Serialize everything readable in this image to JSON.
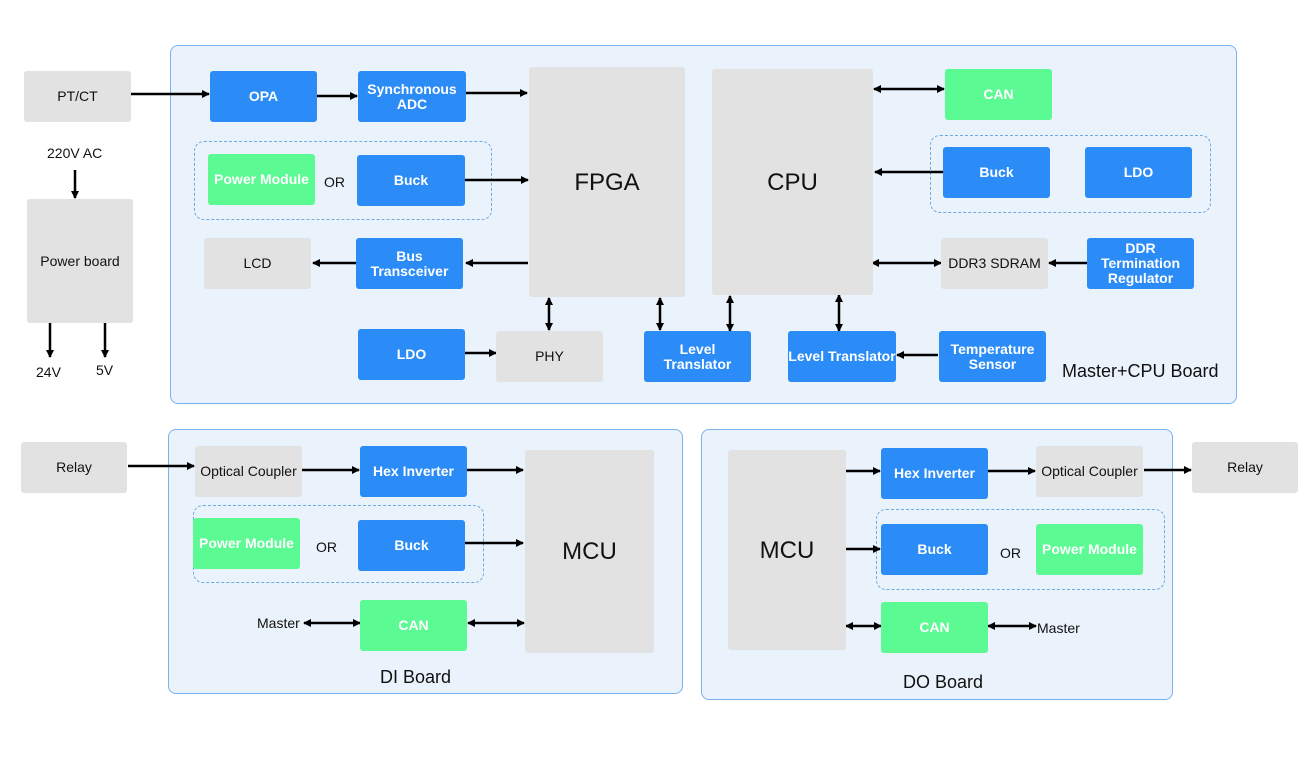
{
  "external": {
    "ptct": "PT/CT",
    "ac_label": "220V AC",
    "power_board": "Power board",
    "v24": "24V",
    "v5": "5V",
    "relay_in": "Relay",
    "relay_out": "Relay"
  },
  "master": {
    "title": "Master+CPU Board",
    "opa": "OPA",
    "sync_adc": "Synchronous ADC",
    "power_module": "Power Module",
    "or": "OR",
    "buck": "Buck",
    "fpga": "FPGA",
    "cpu": "CPU",
    "can": "CAN",
    "buck_right": "Buck",
    "ldo_right": "LDO",
    "lcd": "LCD",
    "bus_transceiver": "Bus Transceiver",
    "ddr3": "DDR3 SDRAM",
    "ddr_term": "DDR Termination Regulator",
    "ldo": "LDO",
    "phy": "PHY",
    "level_translator_1": "Level Translator",
    "level_translator_2": "Level Translator",
    "temp_sensor": "Temperature Sensor"
  },
  "di": {
    "title": "DI Board",
    "optical_coupler": "Optical Coupler",
    "hex_inverter": "Hex Inverter",
    "power_module": "Power Module",
    "or": "OR",
    "buck": "Buck",
    "mcu": "MCU",
    "can": "CAN",
    "master_label": "Master"
  },
  "do": {
    "title": "DO Board",
    "mcu": "MCU",
    "hex_inverter": "Hex Inverter",
    "optical_coupler": "Optical Coupler",
    "buck": "Buck",
    "or": "OR",
    "power_module": "Power Module",
    "can": "CAN",
    "master_label": "Master"
  },
  "colors": {
    "board_fill": "#eaf3fc",
    "board_border": "#79b3ea",
    "blue_block": "#2b8cf7",
    "green_block": "#5bfa93",
    "grey_block": "#e2e2e2"
  }
}
